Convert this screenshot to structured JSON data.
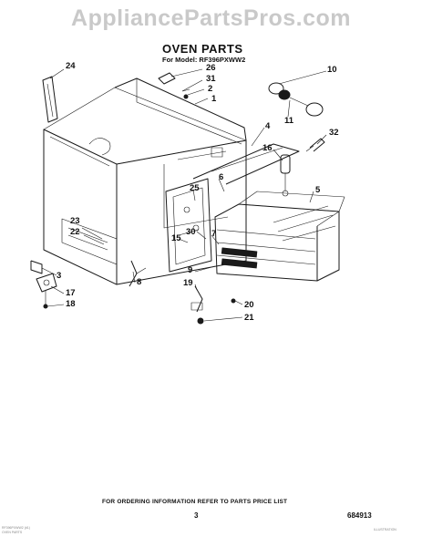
{
  "header": {
    "watermark": "AppliancePartsPros.com",
    "title": "OVEN PARTS",
    "model_line": "For Model: RF396PXWW2"
  },
  "callouts": {
    "c24": "24",
    "c26": "26",
    "c31": "31",
    "c2": "2",
    "c1": "1",
    "c10": "10",
    "c11": "11",
    "c32": "32",
    "c4": "4",
    "c16": "16",
    "c6": "6",
    "c25": "25",
    "c23": "23",
    "c22": "22",
    "c15": "15",
    "c30": "30",
    "c7": "7",
    "c3": "3",
    "c8": "8",
    "c9": "9",
    "c17": "17",
    "c18": "18",
    "c19": "19",
    "c20": "20",
    "c21": "21",
    "c5": "5"
  },
  "footer": {
    "note": "FOR ORDERING INFORMATION REFER TO PARTS PRICE LIST",
    "page": "3",
    "code": "684913"
  },
  "fine_print": {
    "left_line1": "RF396PXWW2 (#1)",
    "left_line2": "OVEN PARTS",
    "right_line": "ILLUSTRATION"
  }
}
